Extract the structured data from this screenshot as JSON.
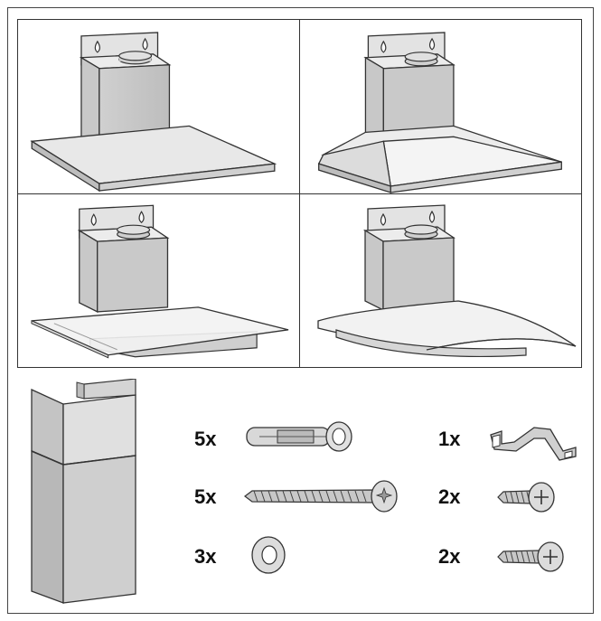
{
  "hood_variants": [
    {
      "id": "flat-canopy"
    },
    {
      "id": "pyramid-canopy"
    },
    {
      "id": "flat-glass-canopy"
    },
    {
      "id": "curved-glass-canopy"
    }
  ],
  "parts": [
    {
      "name": "wall-plug",
      "qty": "5x"
    },
    {
      "name": "long-screw",
      "qty": "5x"
    },
    {
      "name": "washer",
      "qty": "3x"
    },
    {
      "name": "bracket",
      "qty": "1x"
    },
    {
      "name": "short-screw",
      "qty": "2x"
    },
    {
      "name": "medium-screw",
      "qty": "2x"
    }
  ],
  "colors": {
    "outline": "#333333",
    "shade_light": "#e6e6e6",
    "shade_mid": "#cfcfcf",
    "shade_dark": "#b5b5b5"
  }
}
